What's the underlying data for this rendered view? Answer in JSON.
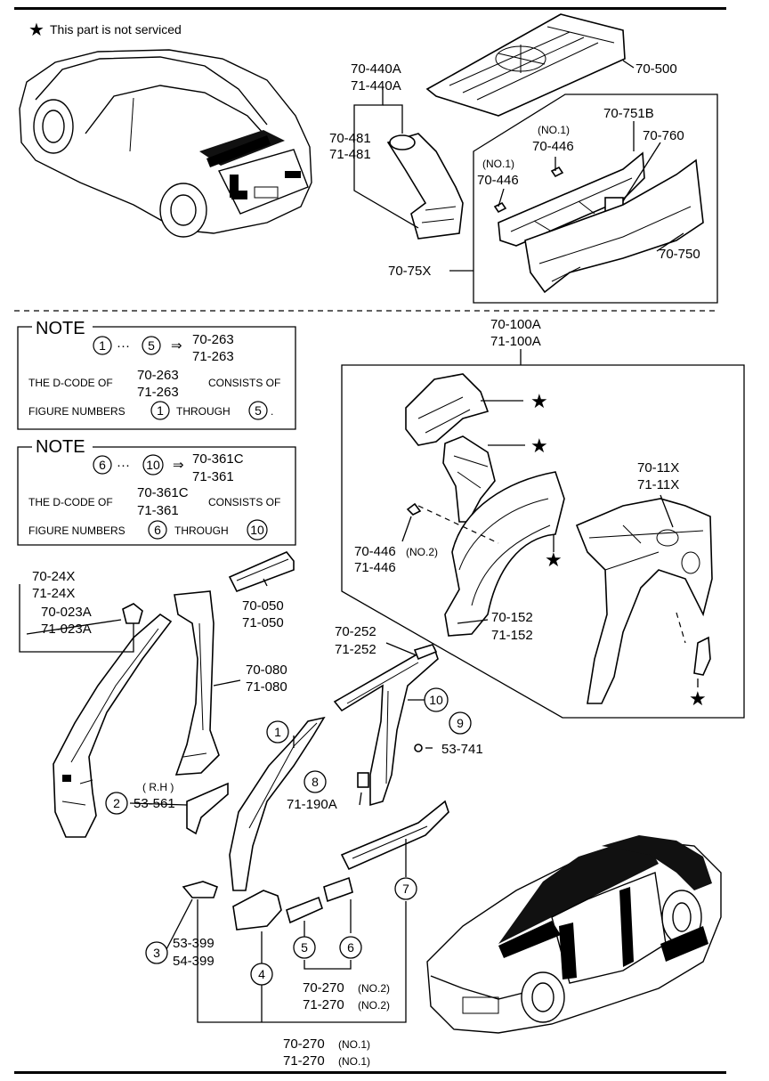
{
  "legend": {
    "symbol": "★",
    "text": "This part is not serviced"
  },
  "rear_section": {
    "labels": {
      "p70_440A": "70-440A",
      "p71_440A": "71-440A",
      "p70_481": "70-481",
      "p71_481": "71-481",
      "p70_500": "70-500",
      "p70_751B": "70-751B",
      "no1_a": "(NO.1)",
      "p70_446_a": "70-446",
      "p70_760": "70-760",
      "no1_b": "(NO.1)",
      "p70_446_b": "70-446",
      "p70_750": "70-750",
      "p70_75X": "70-75X"
    }
  },
  "note1": {
    "title": "NOTE",
    "from": "1",
    "dots": "···",
    "to": "5",
    "arrow": "⇒",
    "code_a": "70-263",
    "code_b": "71-263",
    "line2_pre": "THE D-CODE OF",
    "line2_code_a": "70-263",
    "line2_code_b": "71-263",
    "line2_post": "CONSISTS OF",
    "line3_pre": "FIGURE NUMBERS",
    "line3_from": "1",
    "line3_mid": "THROUGH",
    "line3_to": "5",
    "line3_end": "."
  },
  "note2": {
    "title": "NOTE",
    "from": "6",
    "dots": "···",
    "to": "10",
    "arrow": "⇒",
    "code_a": "70-361C",
    "code_b": "71-361",
    "line2_pre": "THE D-CODE OF",
    "line2_code_a": "70-361C",
    "line2_code_b": "71-361",
    "line2_post": "CONSISTS OF",
    "line3_pre": "FIGURE NUMBERS",
    "line3_from": "6",
    "line3_mid": "THROUGH",
    "line3_to": "10"
  },
  "wheelhouse_section": {
    "labels": {
      "p70_100A": "70-100A",
      "p71_100A": "71-100A",
      "p70_11X": "70-11X",
      "p71_11X": "71-11X",
      "p70_446_no2": "70-446",
      "no2": "(NO.2)",
      "p71_446": "71-446",
      "p70_152": "70-152",
      "p71_152": "71-152"
    }
  },
  "pillar_section": {
    "labels": {
      "p70_24X": "70-24X",
      "p71_24X": "71-24X",
      "p70_023A": "70-023A",
      "p71_023A": "71-023A",
      "p70_050": "70-050",
      "p71_050": "71-050",
      "p70_080": "70-080",
      "p71_080": "71-080",
      "p70_252": "70-252",
      "p71_252": "71-252",
      "rh": "( R.H )",
      "p53_561": "53-561",
      "p53_741": "53-741",
      "p71_190A": "71-190A",
      "p53_399": "53-399",
      "p54_399": "54-399",
      "p70_270_no2": "70-270",
      "p71_270_no2": "71-270",
      "no2_a": "(NO.2)",
      "no2_b": "(NO.2)",
      "p70_270_no1": "70-270",
      "p71_270_no1": "71-270",
      "no1_a": "(NO.1)",
      "no1_b": "(NO.1)"
    },
    "callouts": [
      "1",
      "2",
      "3",
      "4",
      "5",
      "6",
      "7",
      "8",
      "9",
      "10"
    ]
  }
}
